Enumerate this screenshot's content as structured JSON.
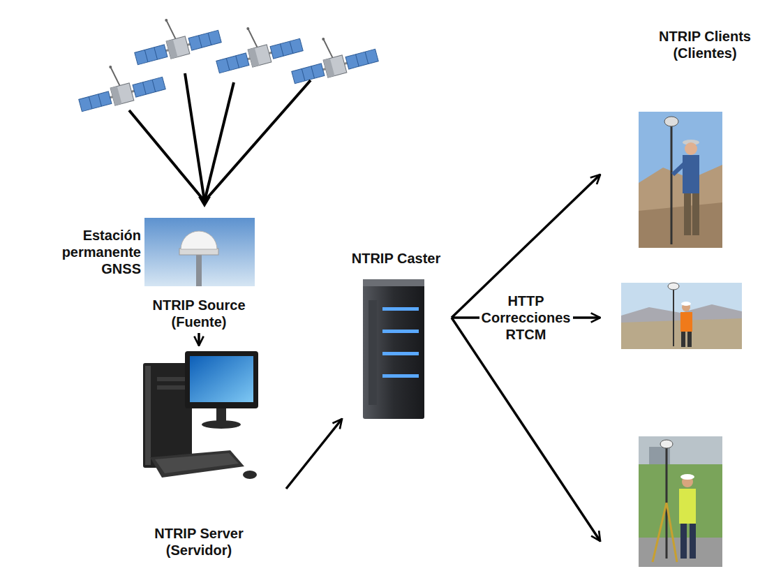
{
  "diagram": {
    "nodes": [
      {
        "text": [
          "Estación permanente GNSS",
          "NTRIP Source (Fuente)"
        ]
      },
      {
        "text": [
          "NTRIP Server (Servidor)"
        ]
      },
      {
        "text": [
          "NTRIP Caster"
        ]
      },
      {
        "text": [
          "NTRIP Clients (Clientes)"
        ]
      }
    ],
    "edges": [
      {
        "from": 0,
        "to": 1,
        "arrow": "to"
      },
      {
        "from": 1,
        "to": 2,
        "arrow": "to"
      },
      {
        "from": 2,
        "to": 3,
        "arrow": "to"
      },
      {
        "from": 2,
        "to": 3,
        "label": "HTTP Correcciones RTCM",
        "arrow": "to"
      },
      {
        "from": 2,
        "to": 3,
        "arrow": "to"
      }
    ]
  }
}
